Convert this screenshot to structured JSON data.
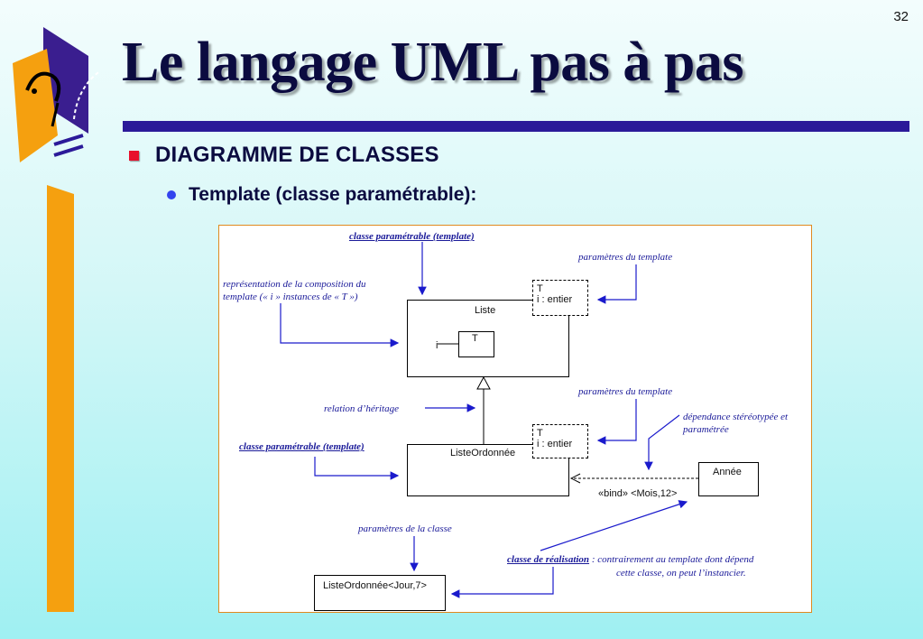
{
  "page_number": "32",
  "title": "Le langage UML pas à pas",
  "bullets": {
    "level1": "DIAGRAMME DE CLASSES",
    "level2": "Template (classe paramétrable):"
  },
  "diagram": {
    "annotations": {
      "template_top": "classe paramétrable (template)",
      "params_top": "paramètres du template",
      "composition_line1": "représentation de la composition du",
      "composition_line2": "template (« i » instances de « T »)",
      "heritage": "relation d’héritage",
      "params_mid": "paramètres du template",
      "dependance_line1": "dépendance stéréotypée et",
      "dependance_line2": "paramétrée",
      "template_mid": "classe paramétrable (template)",
      "params_classe": "paramètres de la classe",
      "realisation_bold": "classe de réalisation",
      "realisation_rest1": " : contrairement au template dont dépend",
      "realisation_rest2": "cette classe, on peut l’instancier."
    },
    "classes": {
      "liste": "Liste",
      "liste_params_1": "T",
      "liste_params_2": "i : entier",
      "inner_t": "T",
      "inner_i": "i",
      "liste_ordonnee": "ListeOrdonnée",
      "lo_params_1": "T",
      "lo_params_2": "i : entier",
      "annee": "Année",
      "bind": "«bind» <Mois,12>",
      "realisation": "ListeOrdonnée<Jour,7>"
    }
  },
  "colors": {
    "title": "#0b0b40",
    "rule": "#2b1a99",
    "bullet_square": "#e8102c",
    "bullet_dot": "#3344ee",
    "annotation": "#1a1a99",
    "logo_orange": "#f5a00f",
    "logo_purple": "#3a1e8f"
  }
}
